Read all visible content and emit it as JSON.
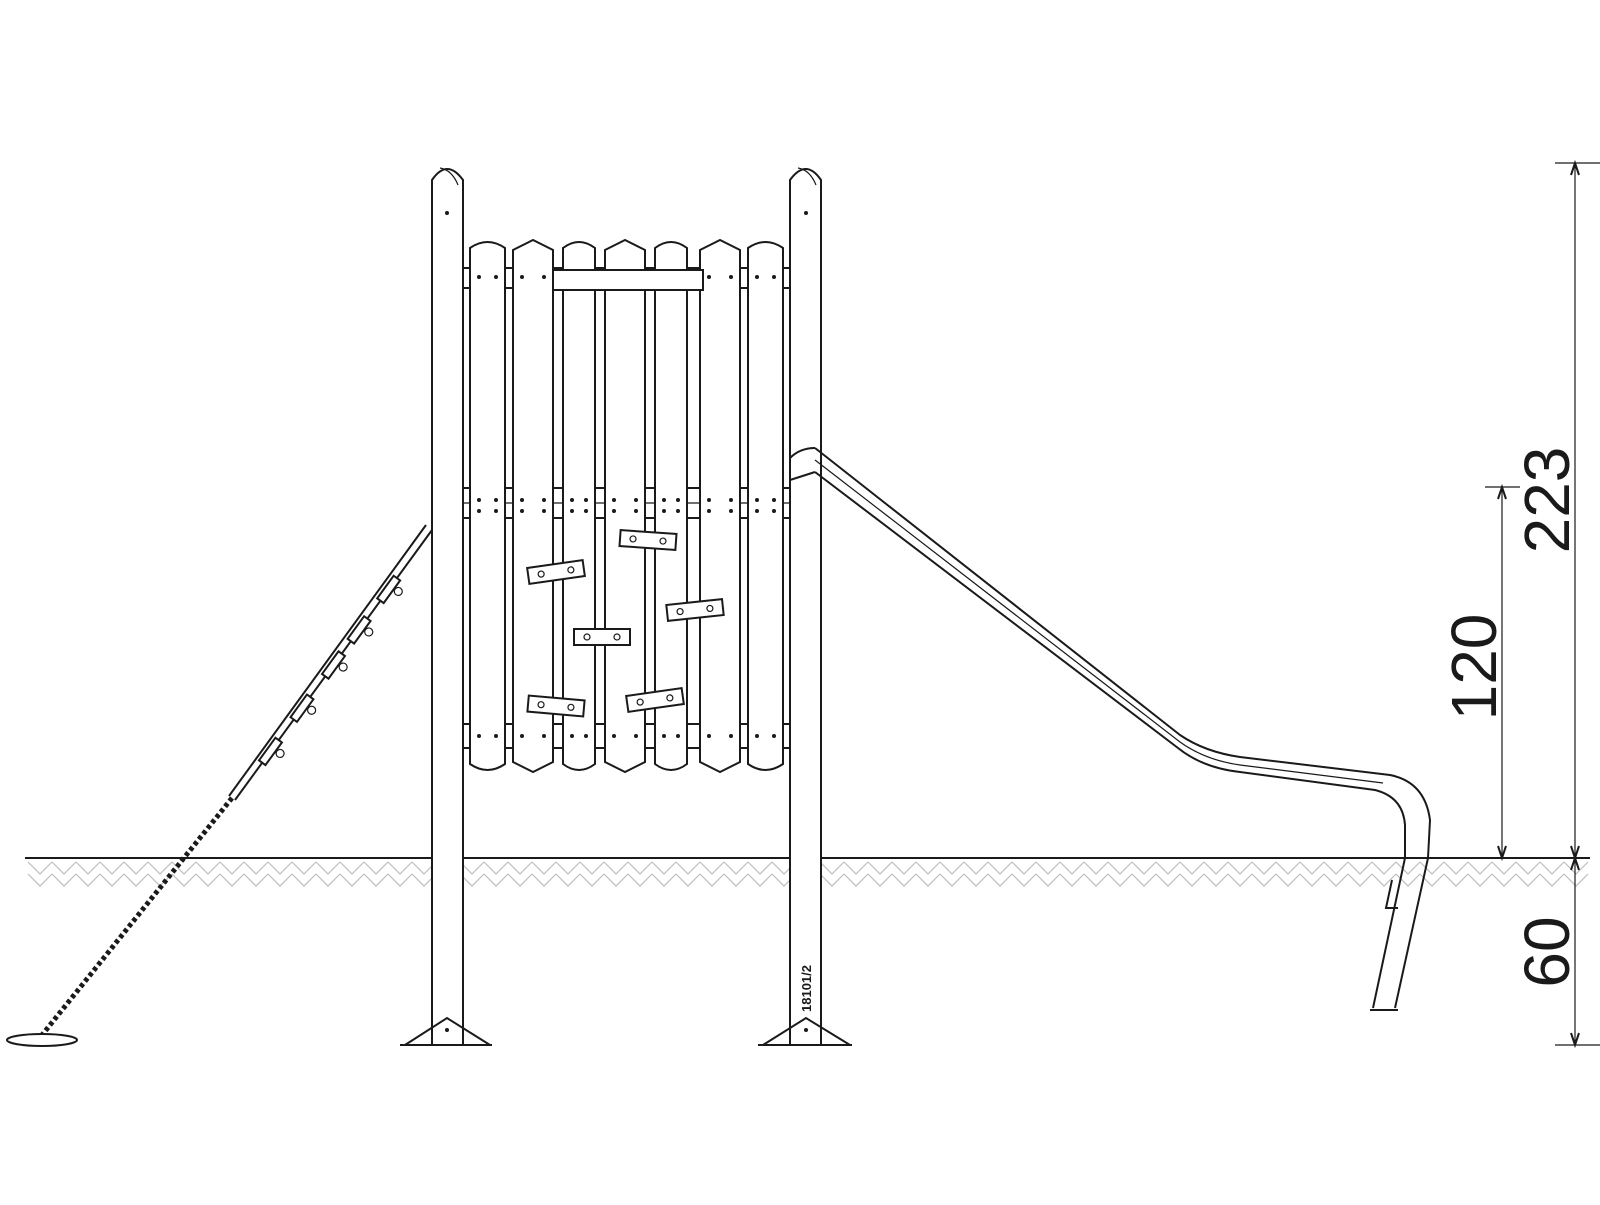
{
  "dimensions": {
    "total_height": "223",
    "platform_height": "120",
    "foundation_depth": "60"
  },
  "product_code": "18101/2",
  "colors": {
    "line": "#1a1a1a",
    "ground_hatch": "#bdbdbd",
    "background": "#ffffff"
  }
}
